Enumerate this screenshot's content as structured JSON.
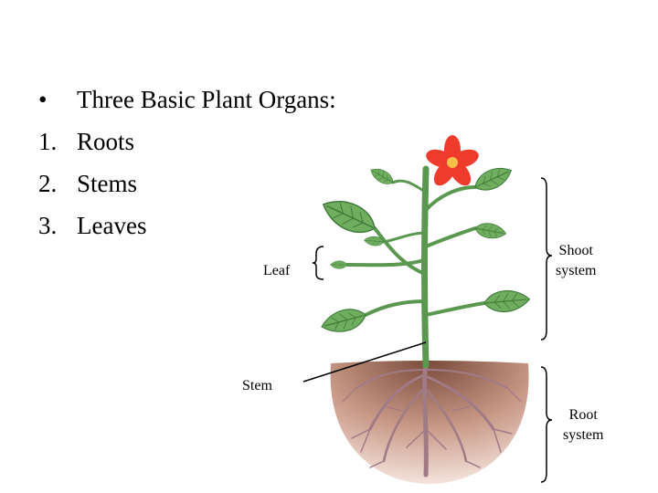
{
  "slide": {
    "bullet_marker": "•",
    "heading": "Three Basic Plant Organs:",
    "items": [
      {
        "marker": "1.",
        "text": "Roots"
      },
      {
        "marker": "2.",
        "text": "Stems"
      },
      {
        "marker": "3.",
        "text": "Leaves"
      }
    ]
  },
  "diagram": {
    "labels": {
      "leaf": "Leaf",
      "stem": "Stem",
      "shoot_system": [
        "Shoot",
        "system"
      ],
      "root_system": [
        "Root",
        "system"
      ]
    },
    "colors": {
      "leaf": "#6fae5e",
      "leaf_vein": "#3f7a3a",
      "stem": "#5a9850",
      "petal": "#ef3b2c",
      "flower_center": "#f6c04a",
      "soil_top": "#7a4a3a",
      "soil_bottom": "#f4e3dc",
      "root": "#a07a85"
    }
  }
}
